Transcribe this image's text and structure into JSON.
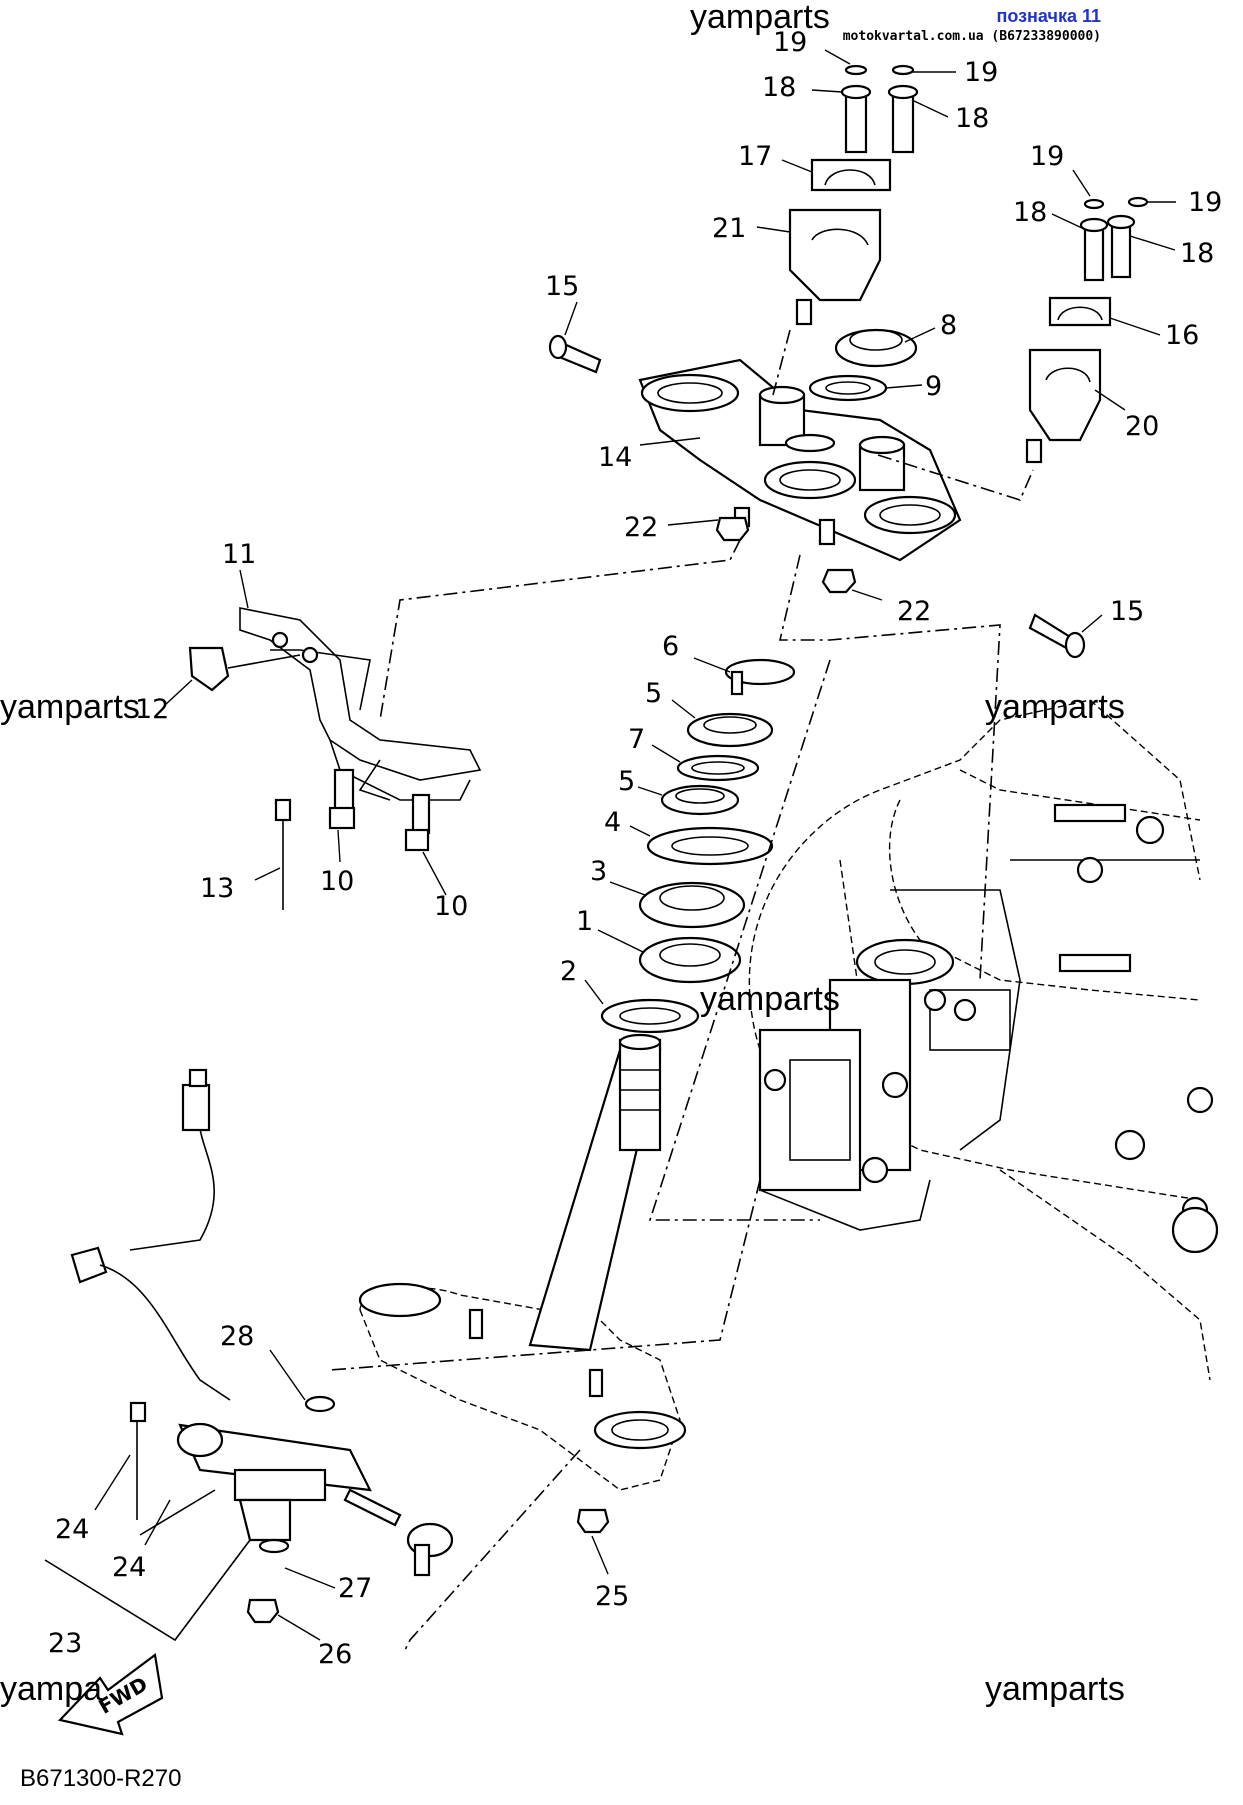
{
  "watermarks": {
    "top": "yamparts",
    "left_mid": "yamparts",
    "right_mid": "yamparts",
    "center": "yamparts",
    "bottom_left": "yampa",
    "bottom_right": "yamparts"
  },
  "header": {
    "label": "позначка 11",
    "source": "motokvartal.com.ua (B67233890000)"
  },
  "fwd_badge": "FWD",
  "diagram_code": "B671300-R270",
  "labels": {
    "l1": "1",
    "l2": "2",
    "l3": "3",
    "l4": "4",
    "l5a": "5",
    "l5b": "5",
    "l6": "6",
    "l7": "7",
    "l8": "8",
    "l9": "9",
    "l10a": "10",
    "l10b": "10",
    "l11": "11",
    "l12": "12",
    "l13": "13",
    "l14": "14",
    "l15a": "15",
    "l15b": "15",
    "l16": "16",
    "l17": "17",
    "l18a": "18",
    "l18b": "18",
    "l18c": "18",
    "l18d": "18",
    "l19a": "19",
    "l19b": "19",
    "l19c": "19",
    "l19d": "19",
    "l20": "20",
    "l21": "21",
    "l22a": "22",
    "l22b": "22",
    "l23": "23",
    "l24a": "24",
    "l24b": "24",
    "l25": "25",
    "l26": "26",
    "l27": "27",
    "l28": "28"
  }
}
